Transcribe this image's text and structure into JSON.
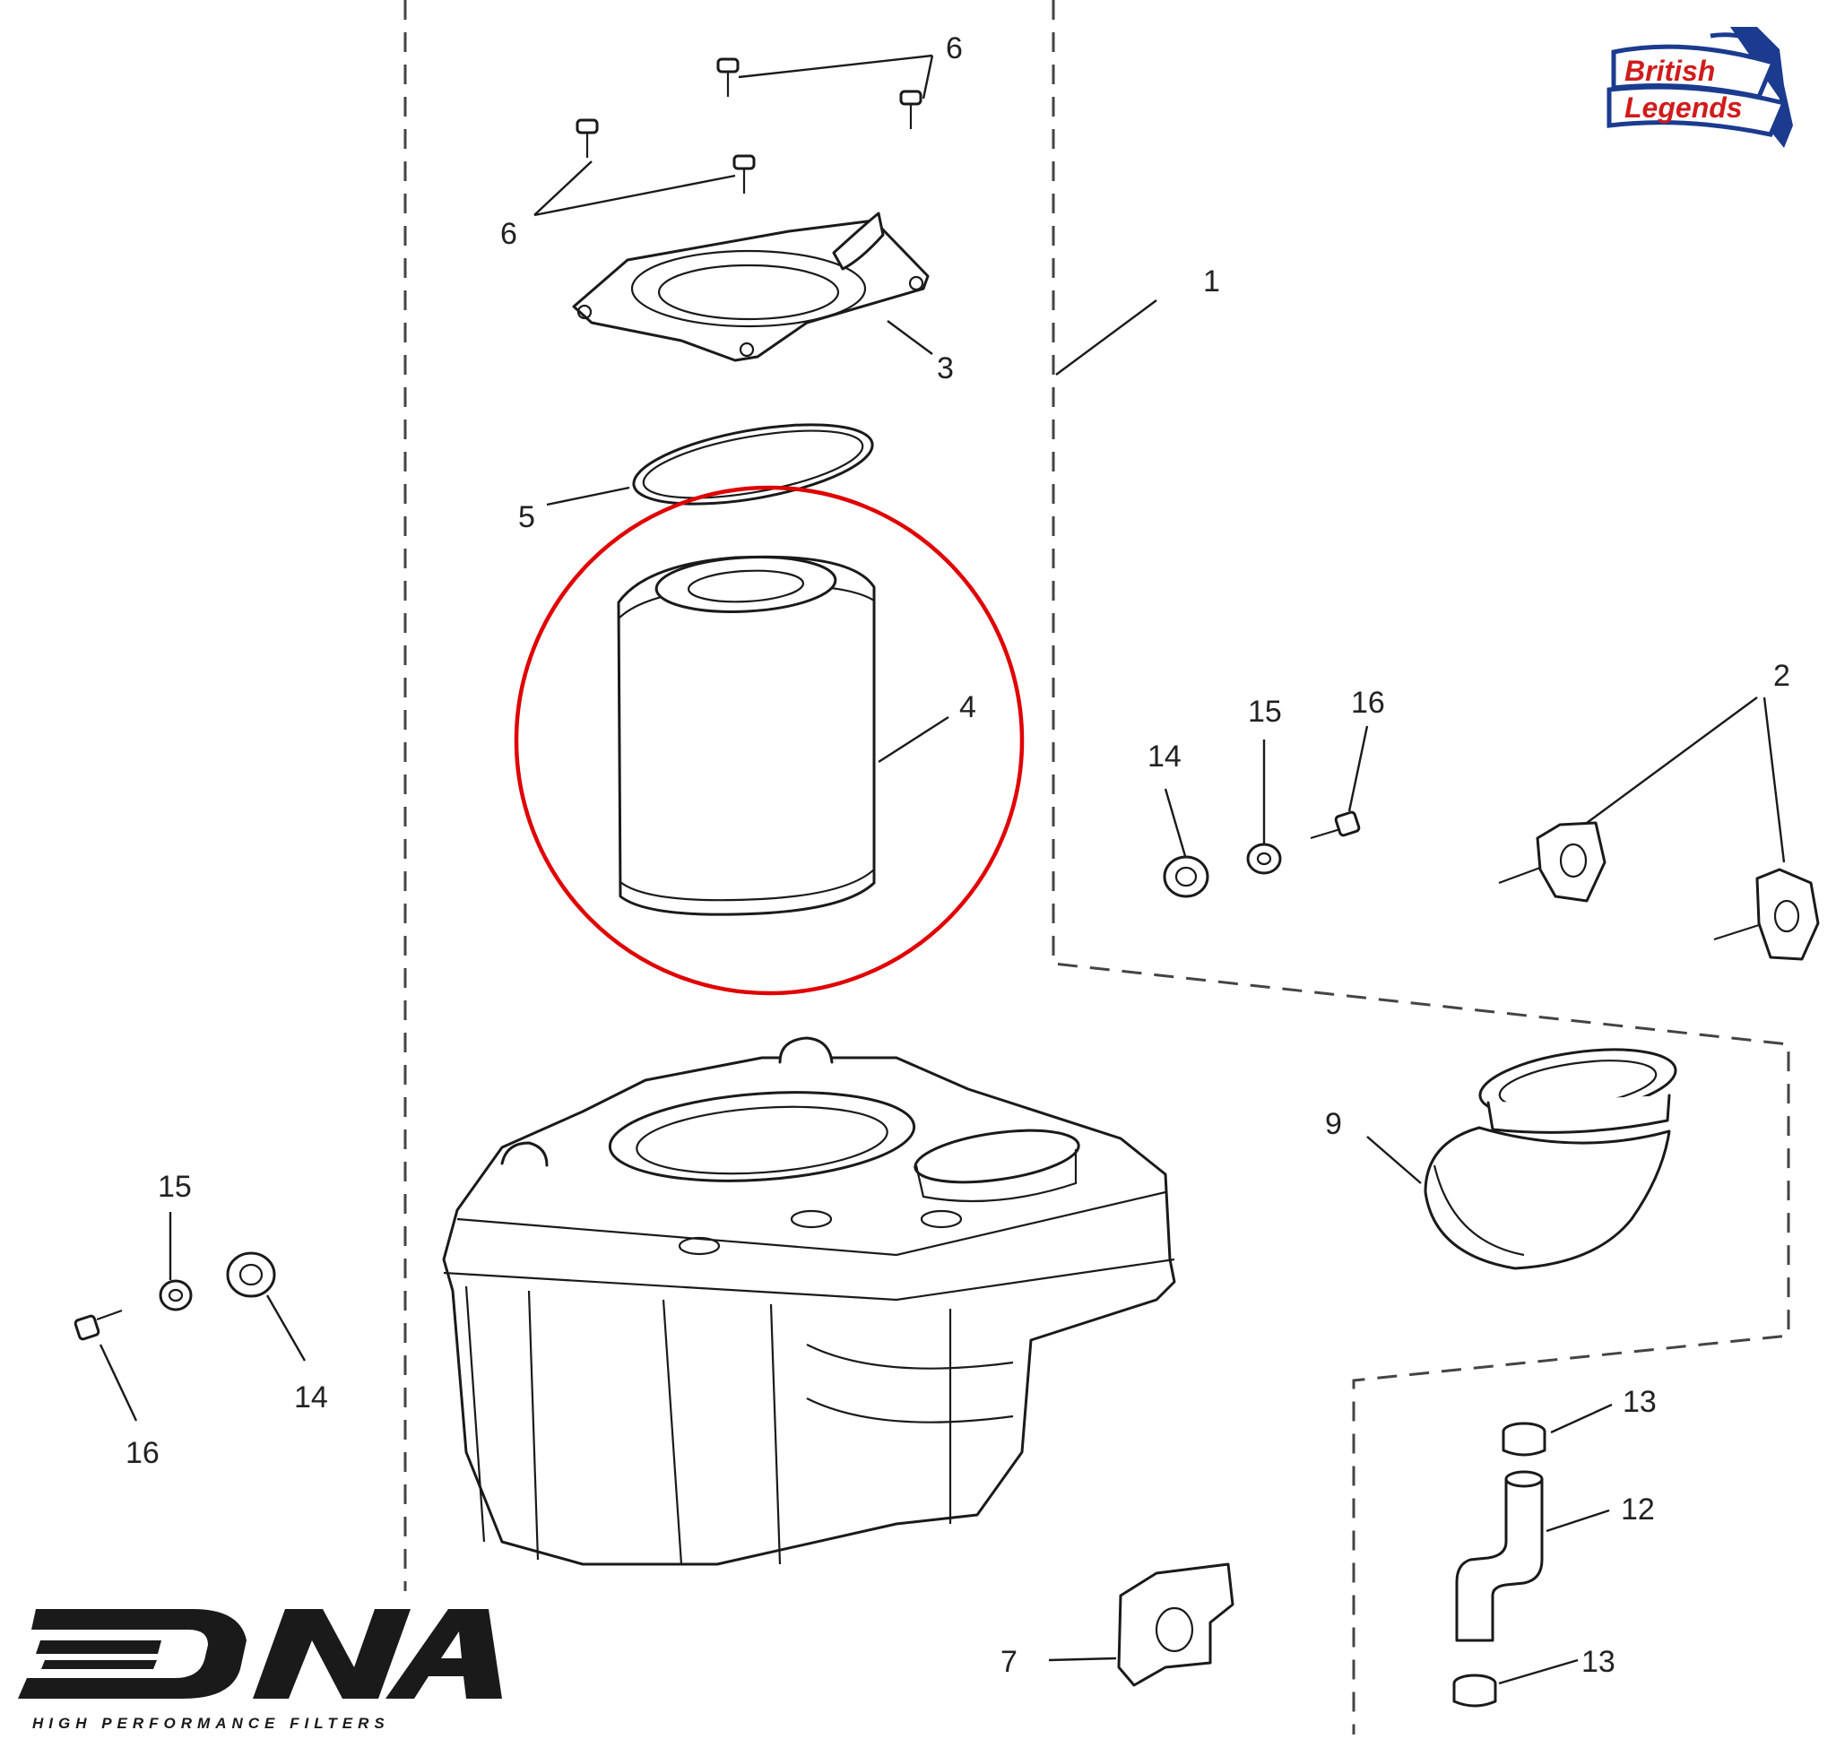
{
  "labels": {
    "n1": "1",
    "n2": "2",
    "n3": "3",
    "n4": "4",
    "n5": "5",
    "n6a": "6",
    "n6b": "6",
    "n7": "7",
    "n9": "9",
    "n12": "12",
    "n13a": "13",
    "n13b": "13",
    "n14a": "14",
    "n14b": "14",
    "n15a": "15",
    "n15b": "15",
    "n16a": "16",
    "n16b": "16"
  },
  "brand": {
    "british_legends_line1": "British",
    "british_legends_line2": "Legends",
    "dna_logo": "DNA",
    "dna_tagline": "HIGH PERFORMANCE FILTERS"
  },
  "highlight": {
    "part_number": "4",
    "color": "#e00000"
  },
  "colors": {
    "line": "#1a1a1a",
    "dash": "#444444",
    "highlight": "#e00000",
    "logo_red": "#d01c1c",
    "logo_blue": "#1b3b8f"
  }
}
